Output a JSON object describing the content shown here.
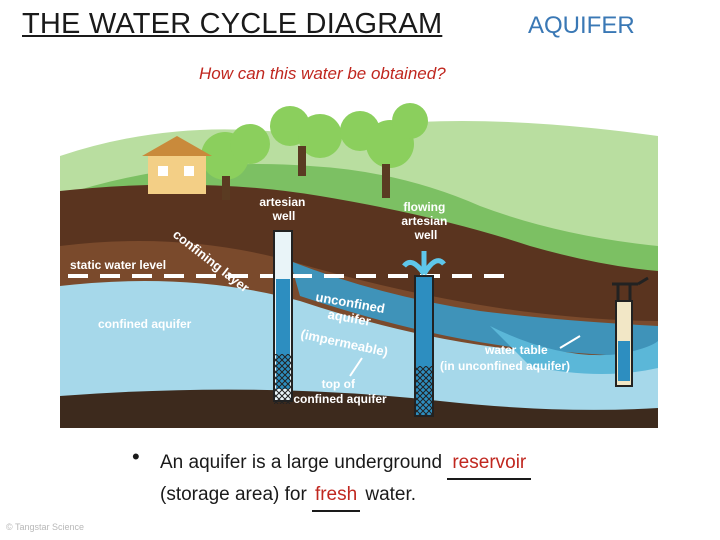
{
  "header": {
    "title": "THE WATER CYCLE DIAGRAM",
    "subject": "AQUIFER",
    "question": "How can this water be obtained?"
  },
  "diagram": {
    "labels": {
      "artesian_well": [
        "artesian",
        "well"
      ],
      "flowing_artesian_well": [
        "flowing",
        "artesian",
        "well"
      ],
      "confining_layer": "confining layer",
      "static_water_level": "static water level",
      "confined_aquifer": "confined aquifer",
      "unconfined_aquifer": [
        "unconfined",
        "aquifer"
      ],
      "impermeable": "(impermeable)",
      "water_table": [
        "water table",
        "(in unconfined aquifer)"
      ],
      "top_of_confined_aquifer": [
        "top of",
        "confined aquifer"
      ]
    },
    "colors": {
      "sky": "#ffffff",
      "grass_light": "#a9d58a",
      "grass_dark": "#6fb35b",
      "soil_dark": "#4a2b1a",
      "soil_mid": "#7a4a2c",
      "aquifer_light": "#9fd3e6",
      "aquifer_dark": "#3a8fb6",
      "lake": "#5bb7d8"
    }
  },
  "statement": {
    "part1": "An aquifer is a large underground",
    "blank1": "reservoir",
    "part2": "(storage area) for",
    "blank2": "fresh",
    "part3": "water."
  },
  "credit": "© Tangstar Science"
}
